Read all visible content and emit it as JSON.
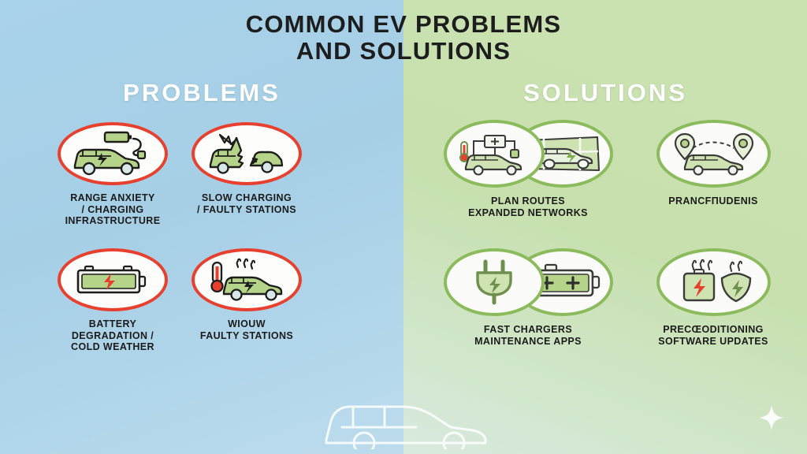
{
  "title": {
    "line1": "COMMON EV PROBLEMS",
    "line2": "AND SOLUTIONS"
  },
  "columns": {
    "problems_header": "PROBLEMS",
    "solutions_header": "SOLUTIONS"
  },
  "colors": {
    "problems_panel": "#a9d3ea",
    "solutions_panel": "#c7e0ad",
    "problem_ring": "#e8402f",
    "solution_ring": "#8cbb5e",
    "icon_green": "#b5d48a",
    "icon_outline": "#1d1d1b",
    "bolt_red": "#e8402f",
    "title_text": "#1d1d1d",
    "header_text": "#ffffff"
  },
  "problems": [
    {
      "icon": "car-battery-charging-cable-icon",
      "caption_lines": [
        "RANGE ANXIETY",
        "/ CHARGING",
        "INFRASTRUCTURE"
      ]
    },
    {
      "icon": "broken-car-crash-icon",
      "caption_lines": [
        "SLOW CHARGING",
        "/ FAULTY STATIONS"
      ]
    },
    {
      "icon": "battery-bolt-icon",
      "caption_lines": [
        "BATTERY",
        "DEGRADATION /",
        "COLD WEATHER"
      ]
    },
    {
      "icon": "thermometer-hot-car-icon",
      "caption_lines": [
        "WIOUW",
        "FAULTY STATIONS"
      ]
    }
  ],
  "solutions": [
    {
      "icon_left": "thermometer-charging-station-car-icon",
      "icon_right": "car-on-road-map-icon",
      "caption_lines": [
        "PLAN ROUTES",
        "EXPANDED NETWORKS"
      ]
    },
    {
      "icon_left": "map-pin-car-navigation-icon",
      "icon_right": "map-pin-car-navigation-icon",
      "caption_lines": [
        "PRANCFΠUDENIS"
      ]
    },
    {
      "icon_left": "power-plug-bolt-icon",
      "icon_right": "battery-plus-plus-icon",
      "caption_lines": [
        "FAST CHARGERS",
        "MAINTENANCE APPS"
      ]
    },
    {
      "icon_left": "battery-bolt-icon",
      "icon_right": "shield-bolt-icon",
      "caption_lines": [
        "PRECŒODITIONING",
        "SOFTWARE UPDATES"
      ]
    }
  ],
  "decorations": {
    "watermark": "car-outline-watermark",
    "sparkle": "four-point-sparkle-icon"
  }
}
